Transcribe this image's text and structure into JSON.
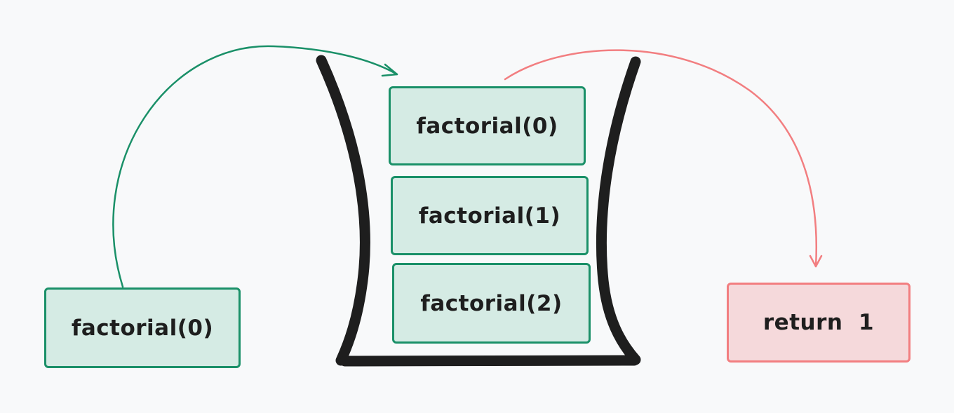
{
  "diagram": {
    "incoming_call": "factorial(0)",
    "stack_frames": [
      "factorial(0)",
      "factorial(1)",
      "factorial(2)"
    ],
    "result": "return  1",
    "colors": {
      "call_stroke": "#1a9068",
      "call_fill": "#d5ebe4",
      "result_stroke": "#f27e80",
      "result_fill": "#f5d9db",
      "stack_outline": "#1e1e1e",
      "background": "#f8f9fa"
    }
  }
}
